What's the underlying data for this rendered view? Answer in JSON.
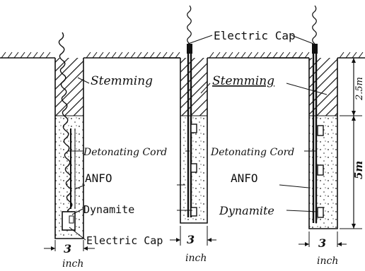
{
  "labels": {
    "stemming": "Stemming",
    "electric_cap": "Electric Cap",
    "detonating_cord": "Detonating Cord",
    "anfo": "ANFO",
    "dynamite": "Dynamite",
    "hole_width_value": "3",
    "hole_width_unit": "inch",
    "depth_stemming": "2.5m",
    "depth_charge": "5m"
  }
}
